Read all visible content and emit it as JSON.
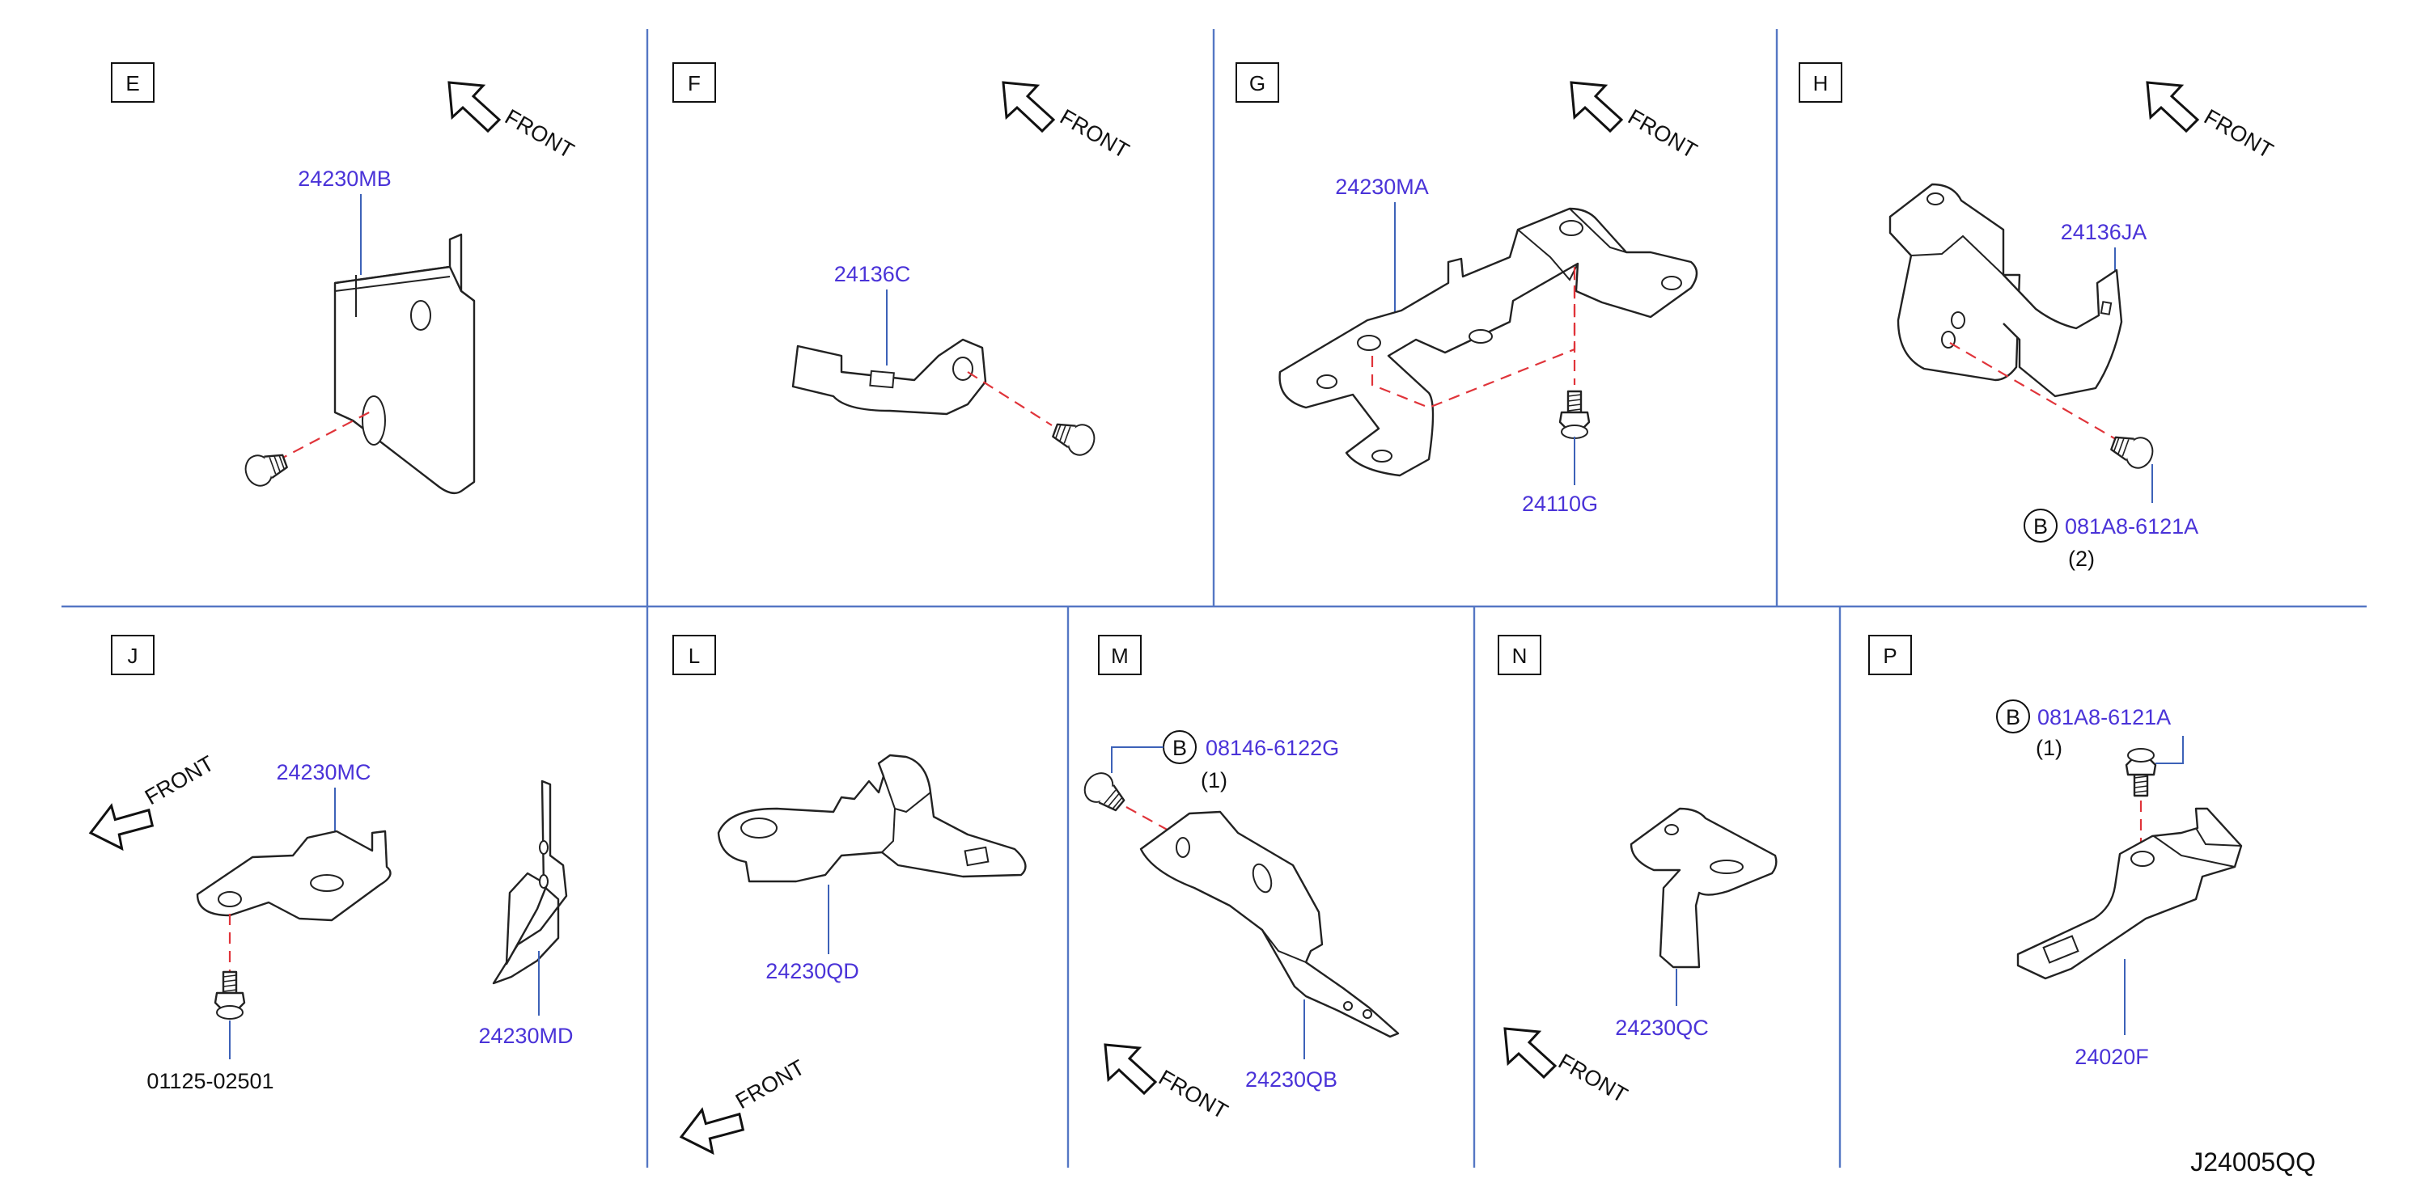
{
  "diagram_id": "J24005QQ",
  "front_label": "FRONT",
  "panels": {
    "E": {
      "letter": "E",
      "parts": [
        "24230MB"
      ]
    },
    "F": {
      "letter": "F",
      "parts": [
        "24136C"
      ]
    },
    "G": {
      "letter": "G",
      "parts": [
        "24230MA",
        "24110G"
      ]
    },
    "H": {
      "letter": "H",
      "parts": [
        "24136JA"
      ],
      "bolt": {
        "circle": "B",
        "part": "081A8-6121A",
        "qty": "(2)"
      }
    },
    "J": {
      "letter": "J",
      "parts": [
        "24230MC",
        "24230MD"
      ],
      "bolt_part": "01125-02501"
    },
    "L": {
      "letter": "L",
      "parts": [
        "24230QD"
      ]
    },
    "M": {
      "letter": "M",
      "parts": [
        "24230QB"
      ],
      "bolt": {
        "circle": "B",
        "part": "08146-6122G",
        "qty": "(1)"
      }
    },
    "N": {
      "letter": "N",
      "parts": [
        "24230QC"
      ]
    },
    "P": {
      "letter": "P",
      "parts": [
        "24020F"
      ],
      "bolt": {
        "circle": "B",
        "part": "081A8-6121A",
        "qty": "(1)"
      }
    }
  },
  "colors": {
    "part_number": "#4a33d8",
    "leader": "#3d62b8",
    "divider": "#5577c4",
    "dashed_axis": "#e0343a"
  }
}
